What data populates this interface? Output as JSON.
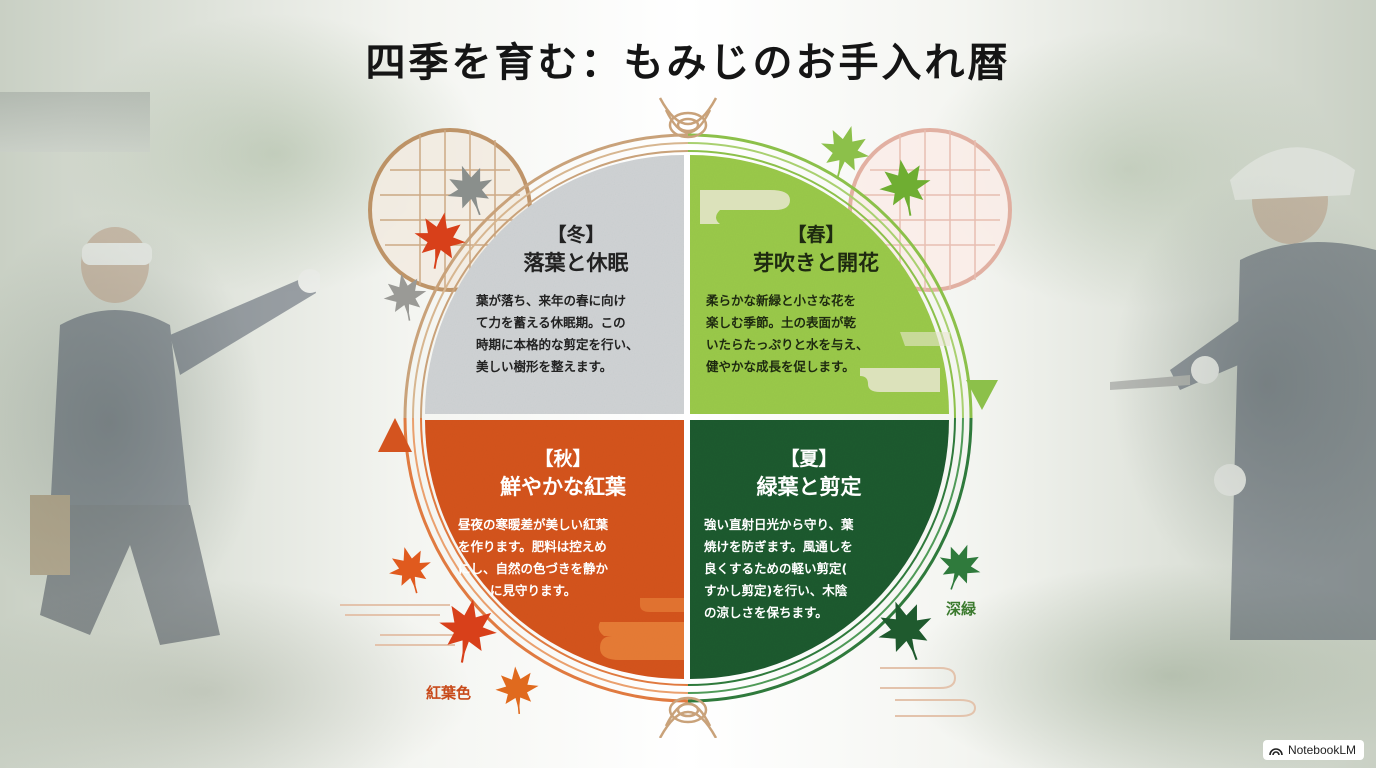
{
  "title": "四季を育む：もみじのお手入れ暦",
  "quadrants": {
    "winter": {
      "season": "【冬】",
      "theme": "落葉と休眠",
      "lines": [
        "葉が落ち、来年の春に向け",
        "て力を蓄える休眠期。この",
        "時期に本格的な剪定を行い、",
        "美しい樹形を整えます。"
      ],
      "color": "#cfd2d4"
    },
    "spring": {
      "season": "【春】",
      "theme": "芽吹きと開花",
      "lines": [
        "柔らかな新緑と小さな花を",
        "楽しむ季節。土の表面が乾",
        "いたらたっぷりと水を与え、",
        "健やかな成長を促します。"
      ],
      "color": "#9ac94a"
    },
    "autumn": {
      "season": "【秋】",
      "theme": "鮮やかな紅葉",
      "lines": [
        "昼夜の寒暖差が美しい紅葉",
        "を作ります。肥料は控えめ",
        "にし、自然の色づきを静か",
        "に見守ります。"
      ],
      "color": "#d4541f"
    },
    "summer": {
      "season": "【夏】",
      "theme": "緑葉と剪定",
      "lines": [
        "強い直射日光から守り、葉",
        "焼けを防ぎます。風通しを",
        "良くするための軽い剪定(",
        "すかし剪定)を行い、木陰",
        "の涼しさを保ちます。"
      ],
      "color": "#1f5a2e"
    }
  },
  "labels": {
    "autumn_color": "紅葉色",
    "summer_color": "深緑"
  },
  "brand": "NotebookLM",
  "icons": [
    "maple-leaf-icon",
    "knot-icon",
    "lattice-window-icon",
    "arrow-icon",
    "notebooklm-logo-icon"
  ]
}
